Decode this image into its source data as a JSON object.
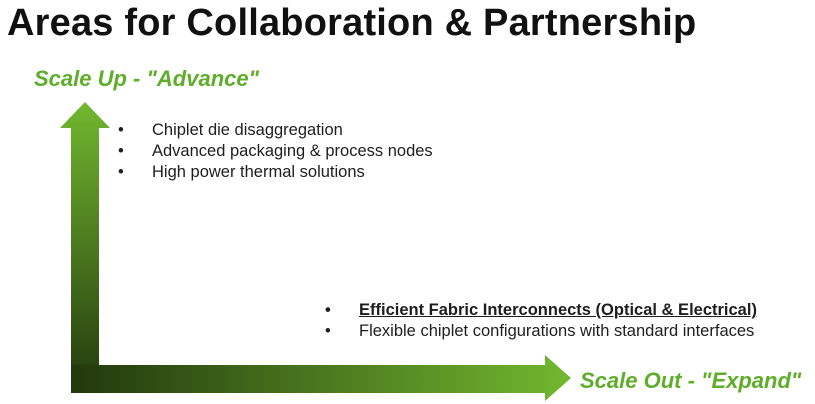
{
  "title": "Areas for Collaboration & Partnership",
  "colors": {
    "accent_green": "#5fae2a",
    "arrow_light": "#70b72e",
    "arrow_dark": "#243d0e",
    "text": "#1e1e1e"
  },
  "vertical_axis": {
    "label": "Scale Up - \"Advance\"",
    "bullets": [
      "Chiplet die disaggregation",
      "Advanced packaging & process nodes",
      "High power thermal solutions"
    ]
  },
  "horizontal_axis": {
    "label": "Scale Out - \"Expand\"",
    "bullets": [
      "Efficient Fabric Interconnects (Optical & Electrical)",
      "Flexible chiplet configurations with standard interfaces"
    ]
  }
}
